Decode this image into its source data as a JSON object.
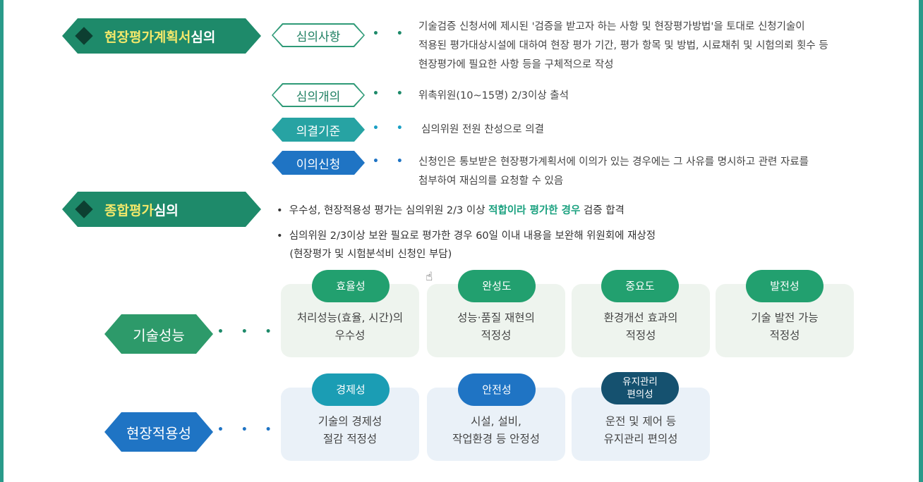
{
  "plan_review": {
    "title_main": "현장평가계획서",
    "title_suffix": " 심의",
    "items": [
      {
        "label": "심의사항",
        "text": [
          "기술검증 신청서에 제시된 '검증을 받고자 하는 사항 및 현장평가방법'을 토대로 신청기술이",
          "적용된 평가대상시설에 대하여 현장 평가 기간, 평가 항목 및 방법, 시료채취 및 시험의뢰 횟수 등",
          "현장평가에 필요한 사항 등을 구체적으로 작성"
        ]
      },
      {
        "label": "심의개의",
        "text": [
          "위촉위원(10~15명) 2/3이상 출석"
        ]
      },
      {
        "label": "의결기준",
        "text": [
          "심의위원 전원 찬성으로 의결"
        ]
      },
      {
        "label": "이의신청",
        "text": [
          "신청인은 통보받은 현장평가계획서에 이의가 있는 경우에는 그 사유를 명시하고 관련 자료를",
          "첨부하여 재심의를 요청할 수 있음"
        ]
      }
    ],
    "dots": "• • •"
  },
  "overall_review": {
    "title_main": "종합평가",
    "title_suffix": " 심의",
    "bullet1_pre": "•  우수성, 현장적용성 평가는 심의위원 2/3 이상 ",
    "bullet1_em": "적합이라 평가한 경우",
    "bullet1_post": " 검증 합격",
    "bullet2_line1": "•  심의위원 2/3이상 보완 필요로 평가한 경우 60일 이내 내용을 보완해 위원회에 재상정",
    "bullet2_line2": "    (현장평가 및 시험분석비 신청인 부담)"
  },
  "tech_performance": {
    "label": "기술성능",
    "dots": "• • •",
    "cards": [
      {
        "tag": "효율성",
        "text1": "처리성능(효율, 시간)의",
        "text2": "우수성"
      },
      {
        "tag": "완성도",
        "text1": "성능·품질 재현의",
        "text2": "적정성"
      },
      {
        "tag": "중요도",
        "text1": "환경개선 효과의",
        "text2": "적정성"
      },
      {
        "tag": "발전성",
        "text1": "기술 발전 가능",
        "text2": "적정성"
      }
    ]
  },
  "field_applicability": {
    "label": "현장적용성",
    "dots": "• • •",
    "cards": [
      {
        "tag": "경제성",
        "text1": "기술의 경제성",
        "text2": "절감 적정성"
      },
      {
        "tag": "안전성",
        "text1": "시설, 설비,",
        "text2": "작업환경 등 안정성"
      },
      {
        "tag1": "유지관리",
        "tag2": "편의성",
        "text1": "운전 및 제어 등",
        "text2": "유지관리 편의성"
      }
    ]
  },
  "cursor_icon": "hand-cursor-icon",
  "colors": {
    "green": "#1e8a6a",
    "highlight": "#f3e86a",
    "blue": "#1f74c4",
    "cyan": "#1a9fc4"
  }
}
